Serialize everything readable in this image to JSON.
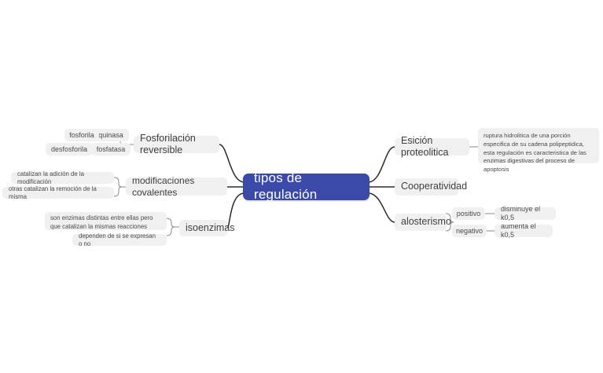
{
  "diagram": {
    "type": "mind-map",
    "background": "#ffffff",
    "root": {
      "label": "tipos de regulación",
      "color": "#3b4aa8",
      "text_color": "#ffffff"
    },
    "node_color": "#f0f0f0",
    "node_text_color": "#3f3f3f",
    "edge_color": "#2b2b2b",
    "bracket_color": "#8a8a8a",
    "left_branches": [
      {
        "label": "Fosforilación reversible",
        "children": [
          {
            "label": "quinasa",
            "children": [
              {
                "label": "fosforila"
              }
            ]
          },
          {
            "label": "fosfatasa",
            "children": [
              {
                "label": "desfosforila"
              }
            ]
          }
        ]
      },
      {
        "label": "modificaciones covalentes",
        "children": [
          {
            "label": "catalizan la adición de la modificación"
          },
          {
            "label": "otras catalizan la remoción de la  misma"
          }
        ]
      },
      {
        "label": "isoenzimas",
        "children": [
          {
            "label": "son enzimas distintas entre ellas pero que catalizan la mismas reacciones"
          },
          {
            "label": "dependen de si se expresan o no"
          }
        ]
      }
    ],
    "right_branches": [
      {
        "label": "Esición proteolitica",
        "children": [
          {
            "label": "ruptura hidrolitica de una porción especifica de su cadena polipeptidica, esta regulación es caracteristica de las enzimas digestivas del proceso de apoptosis"
          }
        ]
      },
      {
        "label": "Cooperatividad",
        "children": []
      },
      {
        "label": "alosterismo",
        "children": [
          {
            "label": "positivo",
            "children": [
              {
                "label": "disminuye el k0,5"
              }
            ]
          },
          {
            "label": "negativo",
            "children": [
              {
                "label": "aumenta el k0,5"
              }
            ]
          }
        ]
      }
    ]
  }
}
